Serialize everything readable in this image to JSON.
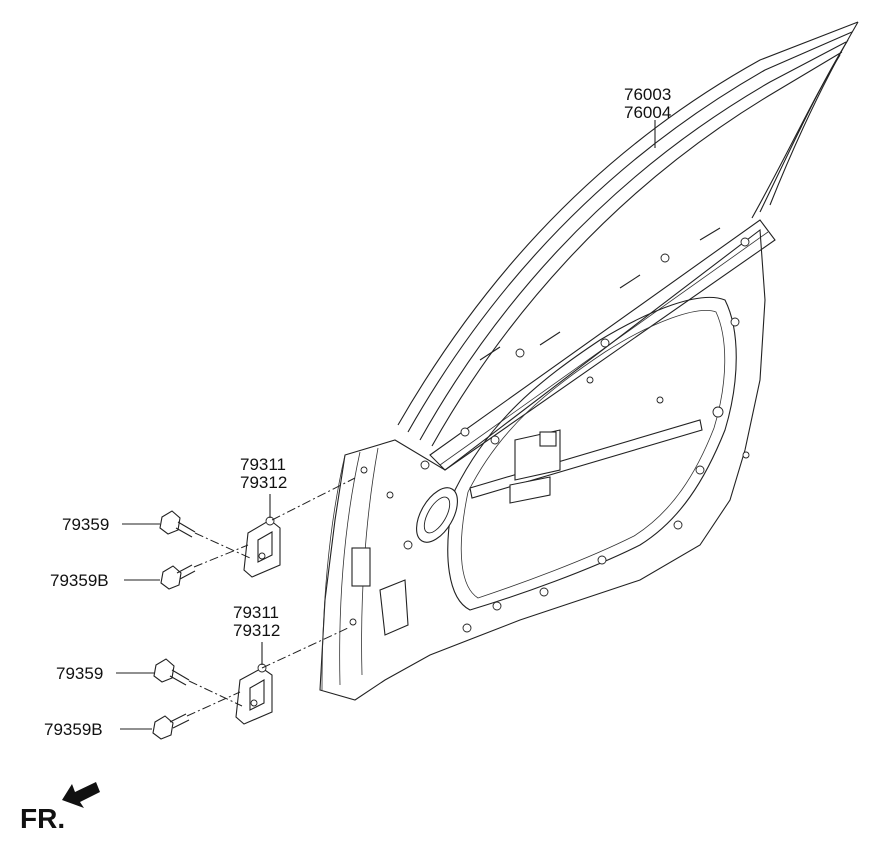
{
  "labels": {
    "frame_top": "76003",
    "frame_bottom": "76004",
    "upper_hinge_top": "79311",
    "upper_hinge_bottom": "79312",
    "lower_hinge_top": "79311",
    "lower_hinge_bottom": "79312",
    "upper_bolt": "79359",
    "upper_bolt_b": "79359B",
    "lower_bolt": "79359",
    "lower_bolt_b": "79359B",
    "front_indicator": "FR."
  },
  "colors": {
    "line": "#222222",
    "background": "#ffffff"
  },
  "icons": {
    "front_arrow": "arrow-left-down-icon"
  }
}
